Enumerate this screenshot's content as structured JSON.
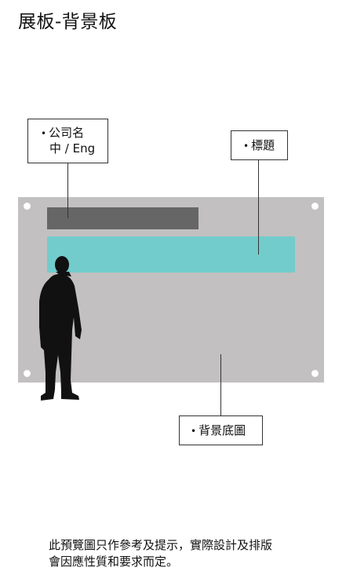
{
  "title": "展板-背景板",
  "labels": {
    "company_line1": "公司名",
    "company_line2": "中 / Eng",
    "heading": "標題",
    "background": "背景底圖",
    "bullet": "•"
  },
  "note": {
    "line1": "此預覽圖只作參考及提示，實際設計及排版",
    "line2": "會因應性質和要求而定。"
  },
  "colors": {
    "board": "#c2c0c0",
    "company_bar": "#666666",
    "title_bar": "#72cccc",
    "silhouette": "#111111"
  }
}
